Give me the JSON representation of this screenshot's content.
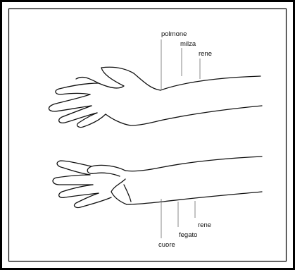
{
  "diagram": {
    "upper_labels": [
      "polmone",
      "milza",
      "rene"
    ],
    "lower_labels": [
      "cuore",
      "fegato",
      "rene"
    ],
    "colors": {
      "frame": "#000000",
      "line": "#111111",
      "leader": "#6a6a6a",
      "background": "#ffffff"
    }
  }
}
